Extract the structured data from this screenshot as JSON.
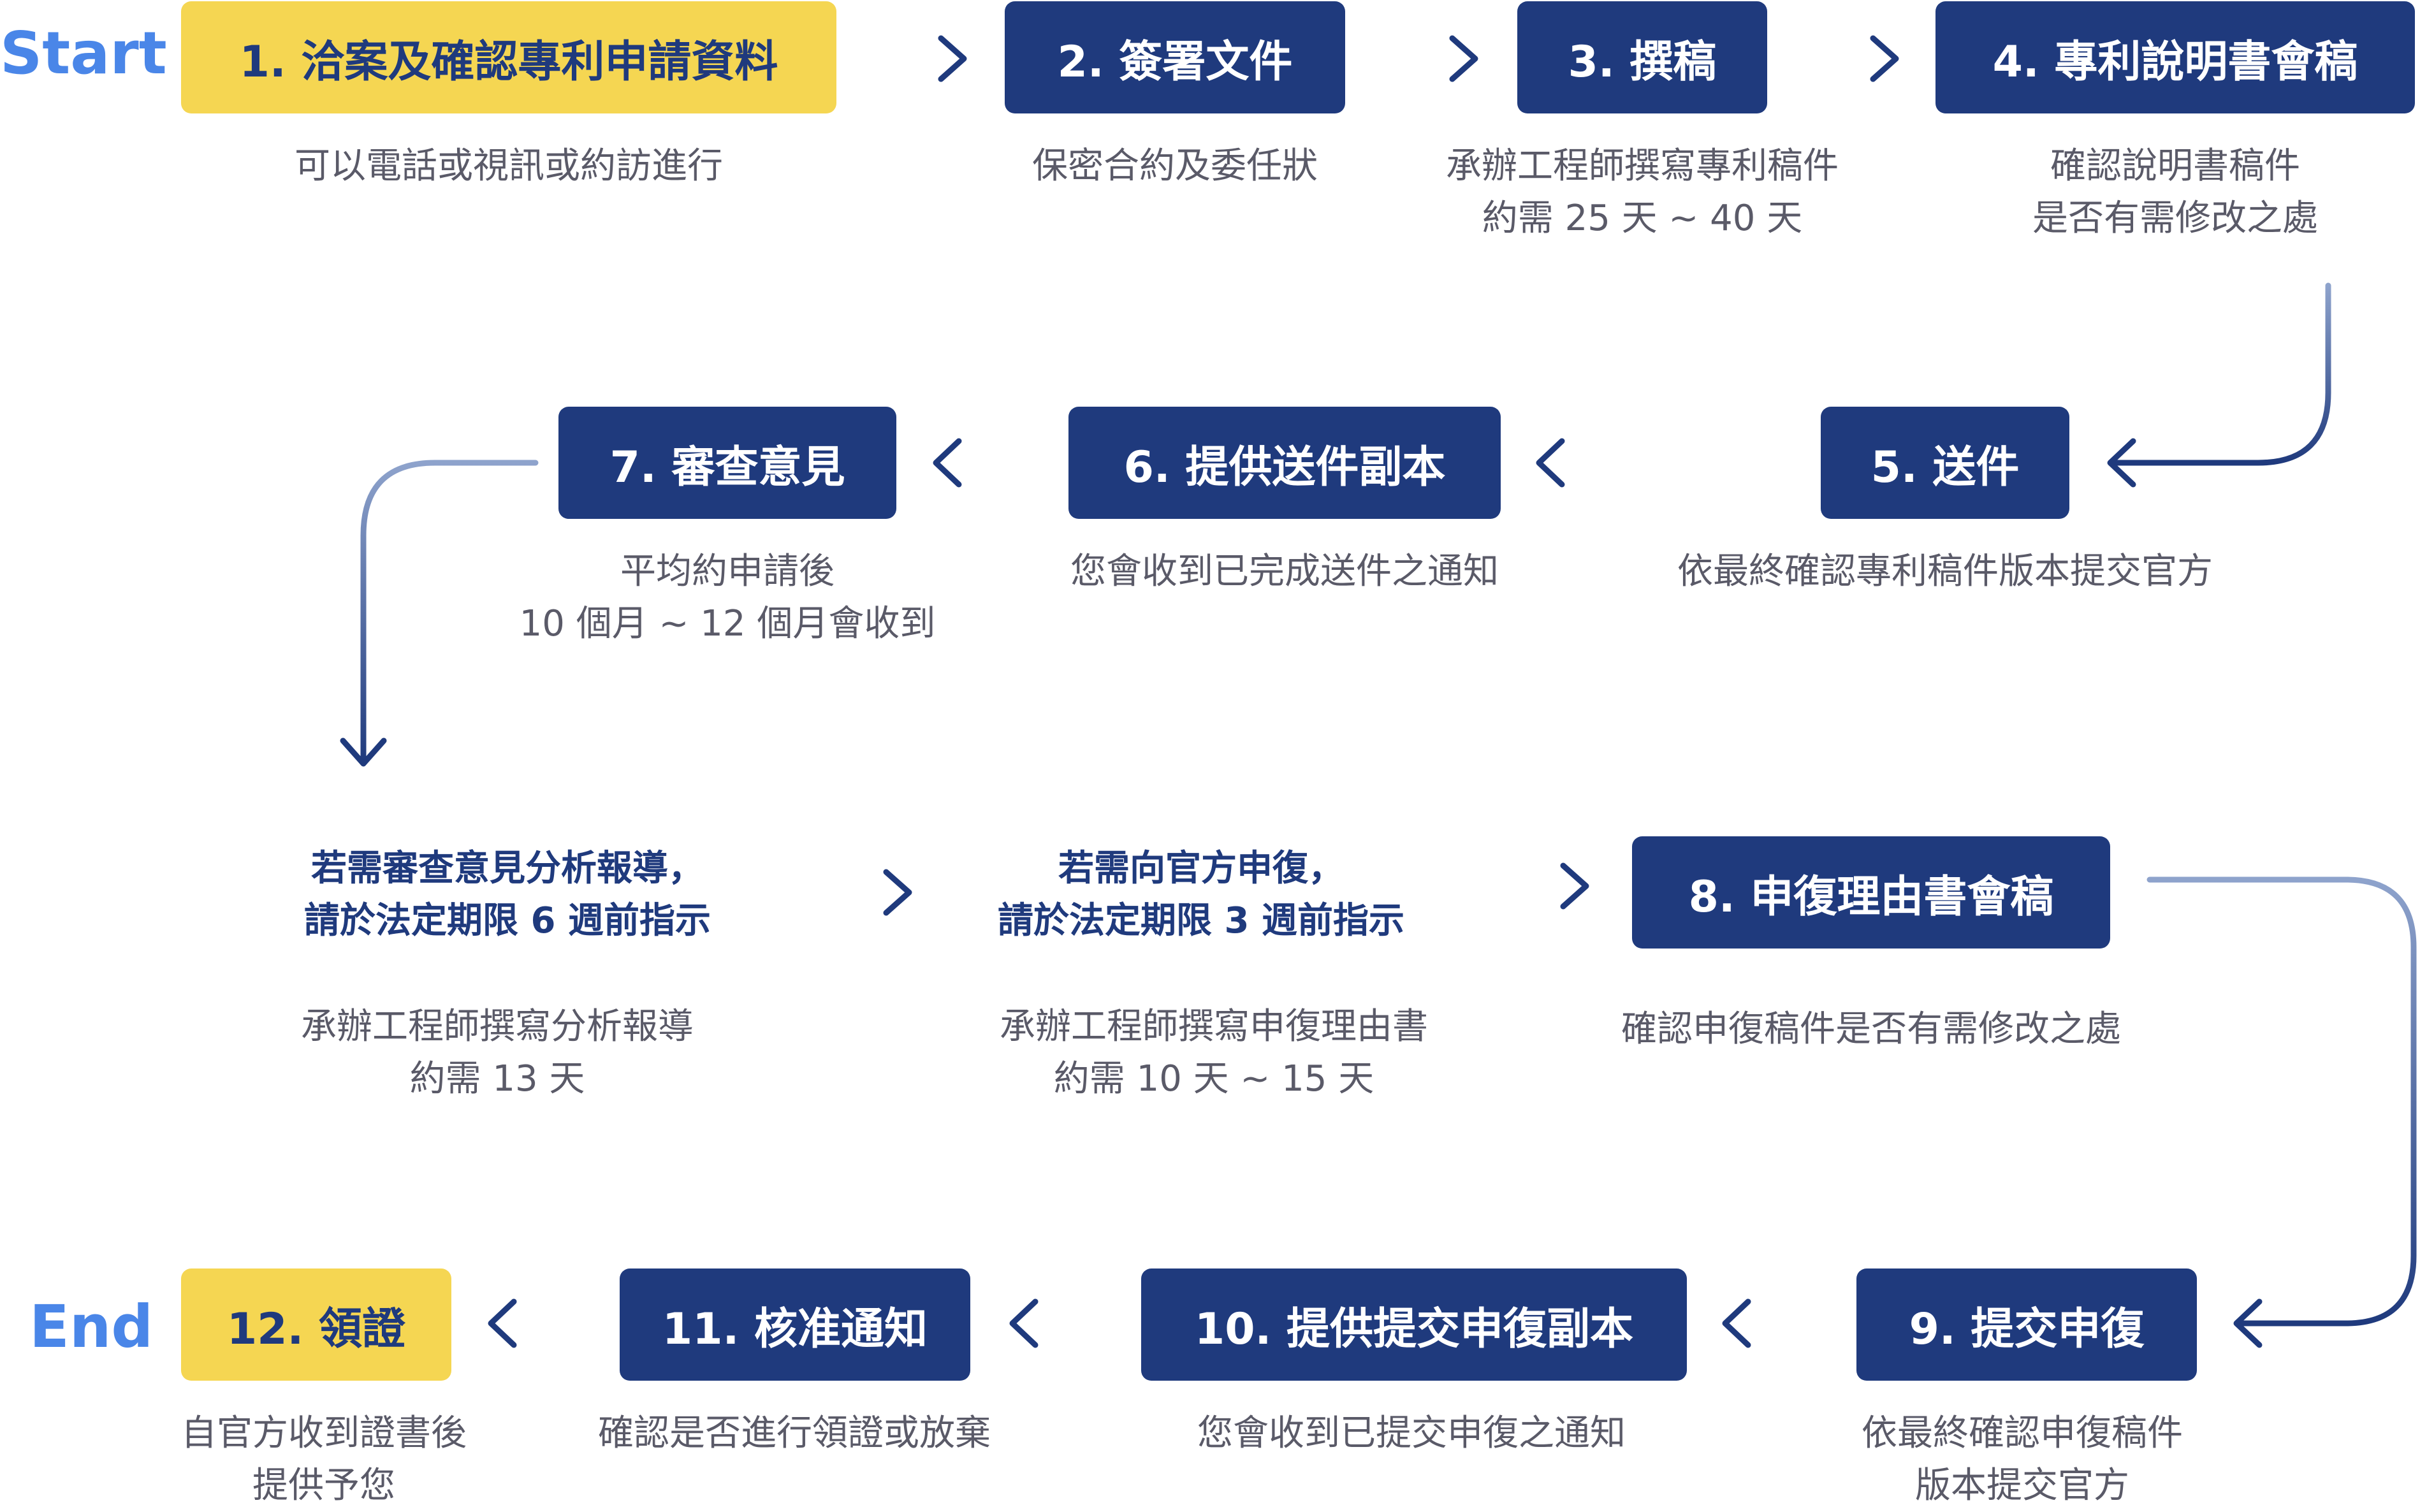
{
  "labels": {
    "start": "Start",
    "end": "End"
  },
  "colors": {
    "primary": "#1f3a7d",
    "highlight": "#f5d652",
    "accent": "#4a86e8",
    "muted": "#5a5a68"
  },
  "steps": [
    {
      "id": "s1",
      "title": "1. 洽案及確認專利申請資料",
      "desc": [
        "可以電話或視訊或約訪進行"
      ]
    },
    {
      "id": "s2",
      "title": "2. 簽署文件",
      "desc": [
        "保密合約及委任狀"
      ]
    },
    {
      "id": "s3",
      "title": "3. 撰稿",
      "desc": [
        "承辦工程師撰寫專利稿件",
        "約需 25 天 ~ 40 天"
      ]
    },
    {
      "id": "s4",
      "title": "4. 專利說明書會稿",
      "desc": [
        "確認說明書稿件",
        "是否有需修改之處"
      ]
    },
    {
      "id": "s5",
      "title": "5. 送件",
      "desc": [
        "依最終確認專利稿件版本提交官方"
      ]
    },
    {
      "id": "s6",
      "title": "6. 提供送件副本",
      "desc": [
        "您會收到已完成送件之通知"
      ]
    },
    {
      "id": "s7",
      "title": "7. 審查意見",
      "desc": [
        "平均約申請後",
        "10 個月 ~ 12 個月會收到"
      ]
    },
    {
      "id": "s8",
      "title": "8. 申復理由書會稿",
      "desc": [
        "確認申復稿件是否有需修改之處"
      ]
    },
    {
      "id": "s9",
      "title": "9. 提交申復",
      "desc": [
        "依最終確認申復稿件",
        "版本提交官方"
      ]
    },
    {
      "id": "s10",
      "title": "10. 提供提交申復副本",
      "desc": [
        "您會收到已提交申復之通知"
      ]
    },
    {
      "id": "s11",
      "title": "11. 核准通知",
      "desc": [
        "確認是否進行領證或放棄"
      ]
    },
    {
      "id": "s12",
      "title": "12. 領證",
      "desc": [
        "自官方收到證書後",
        "提供予您"
      ]
    }
  ],
  "conditions": [
    {
      "id": "c1",
      "text": [
        "若需審查意見分析報導，",
        "請於法定期限 6 週前指示"
      ],
      "desc": [
        "承辦工程師撰寫分析報導",
        "約需 13 天"
      ]
    },
    {
      "id": "c2",
      "text": [
        "若需向官方申復，",
        "請於法定期限 3 週前指示"
      ],
      "desc": [
        "承辦工程師撰寫申復理由書",
        "約需 10 天 ~ 15 天"
      ]
    }
  ]
}
